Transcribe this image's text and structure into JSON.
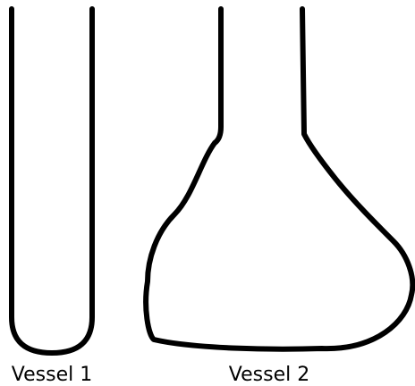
{
  "vessels": [
    {
      "label": "Vessel 1",
      "shape": "test-tube"
    },
    {
      "label": "Vessel 2",
      "shape": "flask"
    }
  ],
  "colors": {
    "outline": "#000000",
    "label": "#000000",
    "background": "#ffffff"
  }
}
